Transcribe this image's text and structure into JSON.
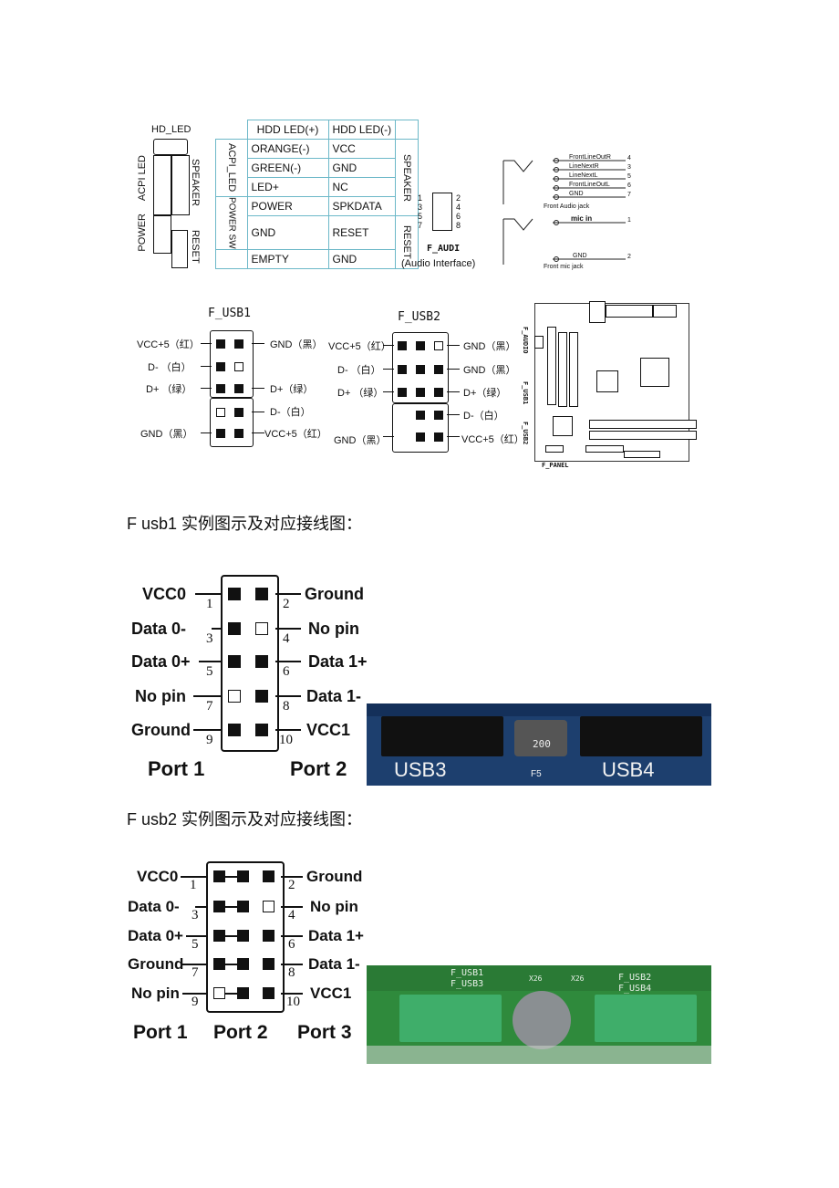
{
  "front_panel": {
    "hd_led": "HD_LED",
    "acpi_led": "ACPI LED",
    "power": "POWER",
    "speaker": "SPEAKER",
    "reset": "RESET",
    "table": {
      "header": [
        "HDD LED(+)",
        "HDD LED(-)"
      ],
      "group_left_1": "ACPI_LED",
      "group_left_2": "POWER SW",
      "group_right_1": "SPEAKER",
      "group_right_2": "RESET",
      "rows": [
        [
          "ORANGE(-)",
          "VCC"
        ],
        [
          "GREEN(-)",
          "GND"
        ],
        [
          "LED+",
          "NC"
        ],
        [
          "POWER",
          "SPKDATA"
        ],
        [
          "GND",
          "RESET"
        ],
        [
          "EMPTY",
          "GND"
        ]
      ]
    }
  },
  "audio": {
    "pins_left": [
      "1",
      "3",
      "5",
      "7"
    ],
    "pins_right": [
      "2",
      "4",
      "6",
      "8"
    ],
    "name": "F_AUDI",
    "sub": "(Audio Interface)",
    "jack_labels": [
      "FrontLineOutR",
      "LineNextR",
      "LineNextL",
      "FrontLineOutL",
      "GND"
    ],
    "jack_nums": [
      "4",
      "3",
      "5",
      "6",
      "7"
    ],
    "front_audio_jack": "Front Audio jack",
    "mic_in": "mic in",
    "mic_num": "1",
    "gnd": "GND",
    "gnd_num": "2",
    "front_mic_jack": "Front mic jack"
  },
  "f_usb1": {
    "title": "F_USB1",
    "left": [
      "VCC+5（红）",
      "D-  （白）",
      "D+  （绿）",
      "",
      "GND（黑）"
    ],
    "right": [
      "GND（黑）",
      "",
      "D+（绿）",
      "D-（白）",
      "VCC+5（红）"
    ]
  },
  "f_usb2": {
    "title": "F_USB2",
    "left": [
      "VCC+5（红）",
      "D-  （白）",
      "D+  （绿）",
      "",
      "GND（黑）"
    ],
    "right": [
      "GND（黑）",
      "GND（黑）",
      "D+（绿）",
      "D-（白）",
      "VCC+5（红）"
    ]
  },
  "board": {
    "labels": [
      "F_AUDIO",
      "F_USB1",
      "F_USB2",
      "F_PANEL"
    ]
  },
  "caption1": "F usb1  实例图示及对应接线图：",
  "caption2": "F usb2  实例图示及对应接线图：",
  "usb1_diagram": {
    "left": [
      "VCC0",
      "Data 0-",
      "Data 0+",
      "No pin",
      "Ground"
    ],
    "right": [
      "Ground",
      "No pin",
      "Data 1+",
      "Data 1-",
      "VCC1"
    ],
    "left_nums": [
      "1",
      "3",
      "5",
      "7",
      "9"
    ],
    "right_nums": [
      "2",
      "4",
      "6",
      "8",
      "10"
    ],
    "ports": [
      "Port 1",
      "Port 2"
    ]
  },
  "usb2_diagram": {
    "left": [
      "VCC0",
      "Data 0-",
      "Data 0+",
      "Ground",
      "No pin"
    ],
    "right": [
      "Ground",
      "No pin",
      "Data 1+",
      "Data 1-",
      "VCC1"
    ],
    "left_nums": [
      "1",
      "3",
      "5",
      "7",
      "9"
    ],
    "right_nums": [
      "2",
      "4",
      "6",
      "8",
      "10"
    ],
    "ports": [
      "Port 1",
      "Port 2",
      "Port 3"
    ]
  },
  "photo1": {
    "labels": [
      "USB3",
      "F5",
      "USB4",
      "200"
    ]
  },
  "photo2": {
    "labels": [
      "F_USB1",
      "F_USB3",
      "F_USB2",
      "F_USB4",
      "X26",
      "X26"
    ]
  }
}
